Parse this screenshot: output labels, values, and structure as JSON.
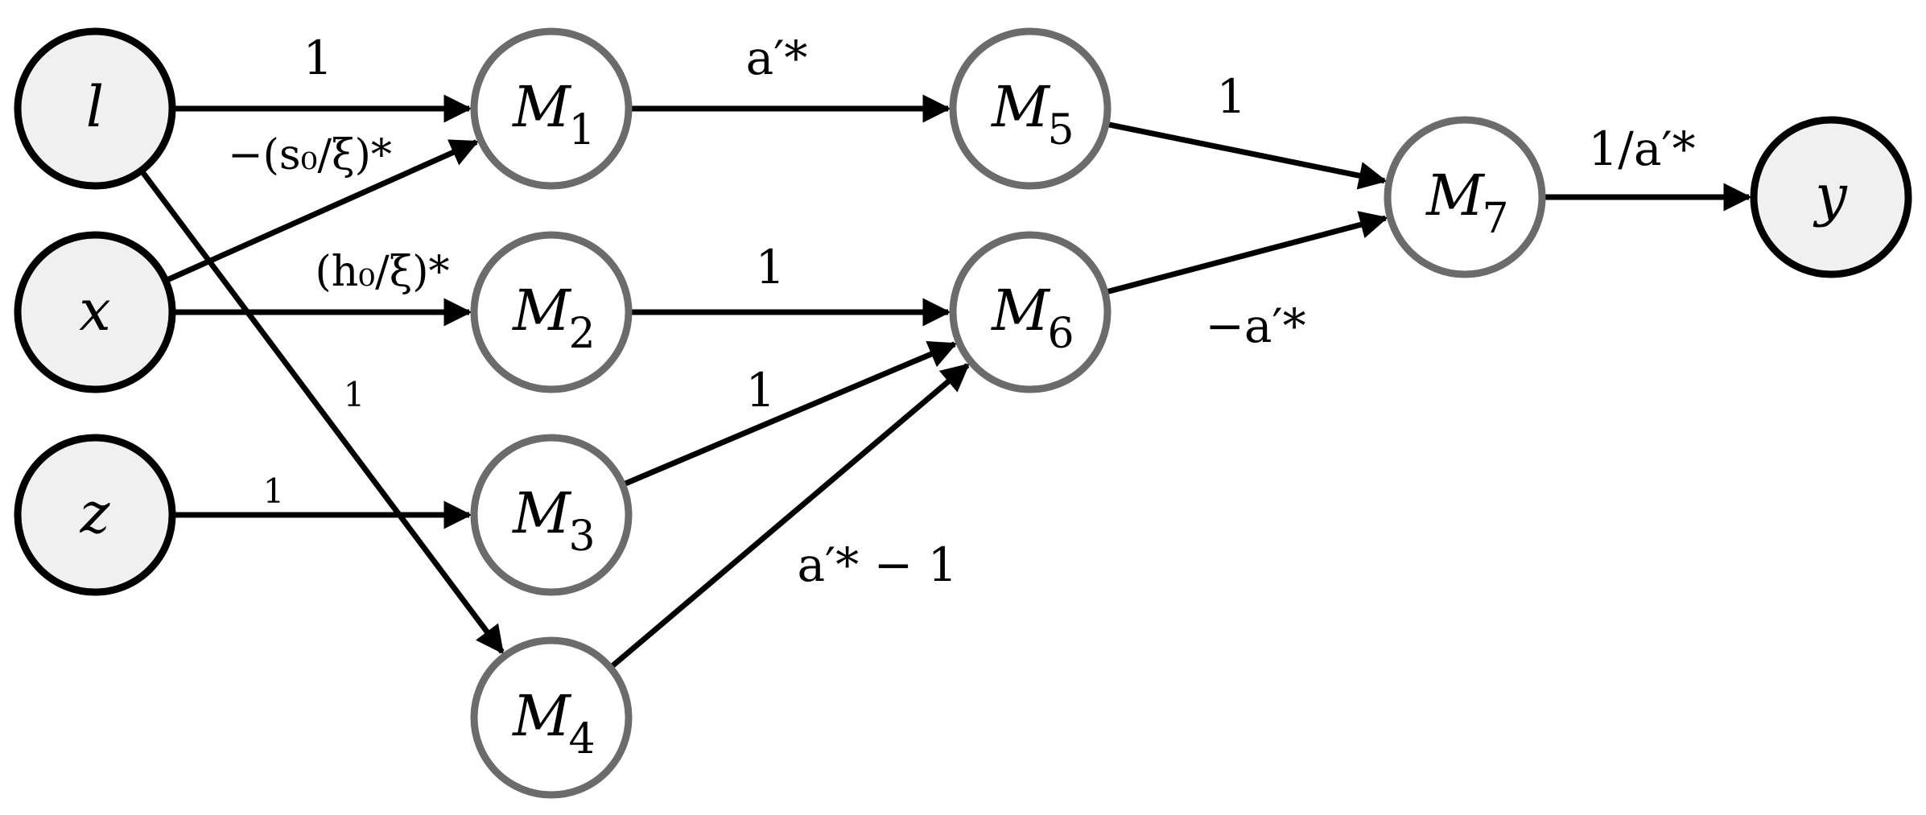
{
  "nodes": {
    "l": {
      "label": "l",
      "sub": ""
    },
    "x": {
      "label": "x",
      "sub": ""
    },
    "z": {
      "label": "z",
      "sub": ""
    },
    "M1": {
      "label": "M",
      "sub": "1"
    },
    "M2": {
      "label": "M",
      "sub": "2"
    },
    "M3": {
      "label": "M",
      "sub": "3"
    },
    "M4": {
      "label": "M",
      "sub": "4"
    },
    "M5": {
      "label": "M",
      "sub": "5"
    },
    "M6": {
      "label": "M",
      "sub": "6"
    },
    "M7": {
      "label": "M",
      "sub": "7"
    },
    "y": {
      "label": "y",
      "sub": ""
    }
  },
  "edges": [
    {
      "from": "l",
      "to": "M1",
      "label": "1"
    },
    {
      "from": "x",
      "to": "M1",
      "label": "−(s₀/ξ)*"
    },
    {
      "from": "x",
      "to": "M2",
      "label": "(h₀/ξ)*"
    },
    {
      "from": "l",
      "to": "M4",
      "label": "1"
    },
    {
      "from": "z",
      "to": "M3",
      "label": "1"
    },
    {
      "from": "M1",
      "to": "M5",
      "label": "a′*"
    },
    {
      "from": "M2",
      "to": "M6",
      "label": "1"
    },
    {
      "from": "M3",
      "to": "M6",
      "label": "1"
    },
    {
      "from": "M4",
      "to": "M6",
      "label": "a′* − 1"
    },
    {
      "from": "M5",
      "to": "M7",
      "label": "1"
    },
    {
      "from": "M6",
      "to": "M7",
      "label": "−a′*"
    },
    {
      "from": "M7",
      "to": "y",
      "label": "1/a′*"
    }
  ],
  "colors": {
    "input_fill": "#f0f0f0",
    "input_stroke": "#000000",
    "hidden_fill": "#ffffff",
    "hidden_stroke": "#6b6b6b",
    "edge": "#000000"
  }
}
